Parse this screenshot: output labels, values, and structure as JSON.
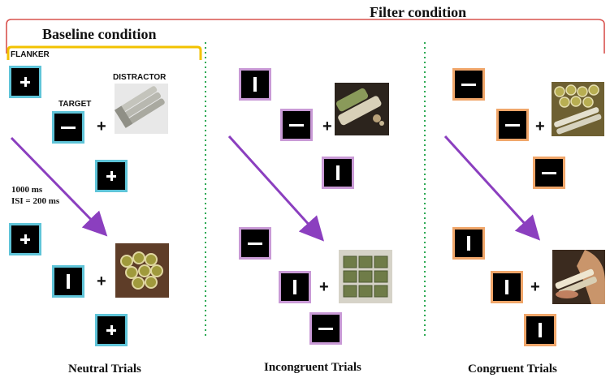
{
  "labels": {
    "filter_condition": "Filter condition",
    "baseline_condition": "Baseline condition",
    "flanker": "FLANKER",
    "target": "TARGET",
    "distractor": "DISTRACTOR",
    "timing_line1": "1000 ms",
    "timing_line2": "ISI = 200 ms",
    "plus_sign": "+"
  },
  "panels": [
    {
      "title": "Neutral Trials",
      "border_color": "#5fc4d8"
    },
    {
      "title": "Incongruent Trials",
      "border_color": "#c99ad6"
    },
    {
      "title": "Congruent Trials",
      "border_color": "#f0a66a"
    }
  ],
  "colors": {
    "filter_bracket": "#d9534f",
    "baseline_bracket": "#f2c200",
    "arrow": "#8b3fbf",
    "divider": "#2eaa55"
  },
  "stimuli": {
    "neutral": [
      "plus",
      "minus",
      "plus",
      "plus",
      "bar",
      "plus"
    ],
    "incongruent": [
      "bar",
      "minus",
      "bar",
      "minus",
      "bar",
      "minus"
    ],
    "congruent": [
      "minus",
      "minus",
      "minus",
      "bar",
      "bar",
      "bar"
    ]
  },
  "distractor_images": [
    "cigarettes-icon",
    "cannabis-packs-icon",
    "cannabis-rolls-icon",
    "cannabis-bags-icon",
    "cannabis-jars-icon",
    "rolling-joint-icon"
  ]
}
